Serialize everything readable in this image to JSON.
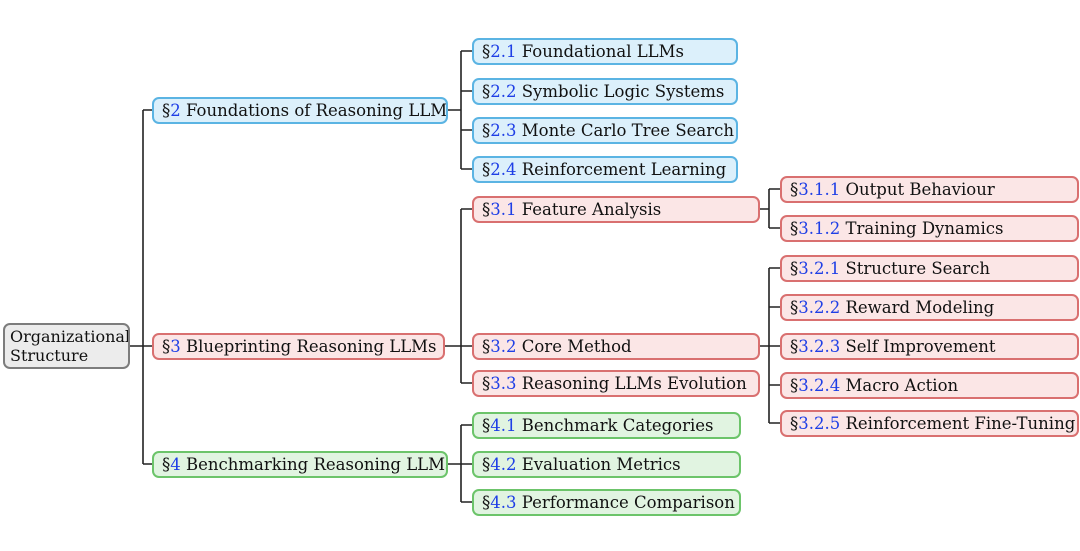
{
  "root": {
    "line1": "Organizational",
    "line2": "Structure"
  },
  "sections": [
    {
      "sec": "§",
      "num": "2",
      "label": "Foundations of Reasoning LLMs",
      "color": "#5bb4e3",
      "children": [
        {
          "sec": "§",
          "num": "2.1",
          "label": "Foundational LLMs"
        },
        {
          "sec": "§",
          "num": "2.2",
          "label": "Symbolic Logic Systems"
        },
        {
          "sec": "§",
          "num": "2.3",
          "label": "Monte Carlo Tree Search"
        },
        {
          "sec": "§",
          "num": "2.4",
          "label": "Reinforcement Learning"
        }
      ]
    },
    {
      "sec": "§",
      "num": "3",
      "label": "Blueprinting Reasoning LLMs",
      "color": "#d97070",
      "children": [
        {
          "sec": "§",
          "num": "3.1",
          "label": "Feature Analysis",
          "children": [
            {
              "sec": "§",
              "num": "3.1.1",
              "label": "Output Behaviour"
            },
            {
              "sec": "§",
              "num": "3.1.2",
              "label": "Training Dynamics"
            }
          ]
        },
        {
          "sec": "§",
          "num": "3.2",
          "label": "Core Method",
          "children": [
            {
              "sec": "§",
              "num": "3.2.1",
              "label": "Structure Search"
            },
            {
              "sec": "§",
              "num": "3.2.2",
              "label": "Reward Modeling"
            },
            {
              "sec": "§",
              "num": "3.2.3",
              "label": "Self Improvement"
            },
            {
              "sec": "§",
              "num": "3.2.4",
              "label": "Macro Action"
            },
            {
              "sec": "§",
              "num": "3.2.5",
              "label": "Reinforcement Fine-Tuning"
            }
          ]
        },
        {
          "sec": "§",
          "num": "3.3",
          "label": "Reasoning LLMs Evolution"
        }
      ]
    },
    {
      "sec": "§",
      "num": "4",
      "label": "Benchmarking Reasoning LLMs",
      "color": "#6cc46a",
      "children": [
        {
          "sec": "§",
          "num": "4.1",
          "label": "Benchmark Categories"
        },
        {
          "sec": "§",
          "num": "4.2",
          "label": "Evaluation Metrics"
        },
        {
          "sec": "§",
          "num": "4.3",
          "label": "Performance Comparison"
        }
      ]
    }
  ]
}
